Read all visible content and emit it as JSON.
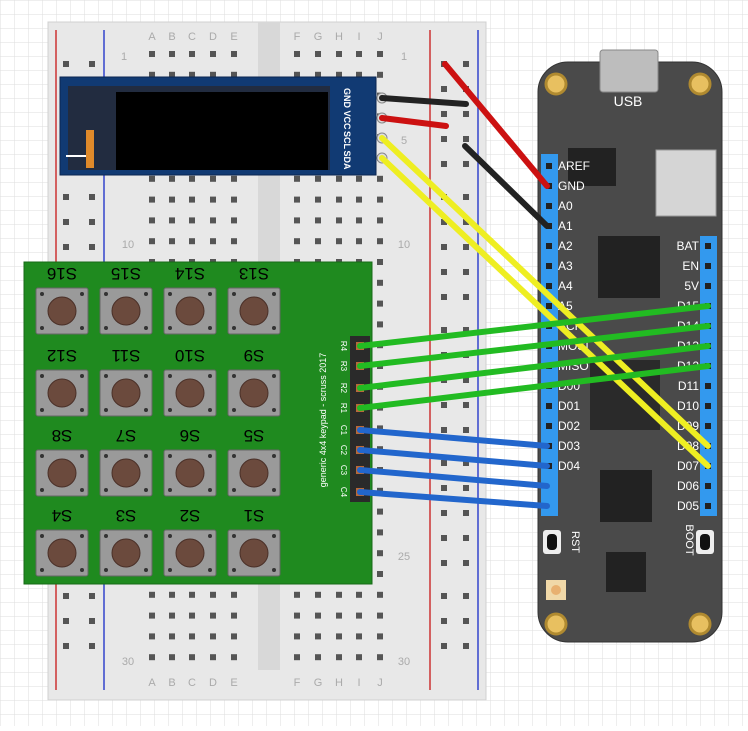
{
  "breadboard": {
    "col_letters": [
      "A",
      "B",
      "C",
      "D",
      "E",
      "F",
      "G",
      "H",
      "I",
      "J"
    ],
    "row_labels": {
      "r1": "1",
      "r5": "5",
      "r10": "10",
      "r25": "25",
      "r30": "30"
    }
  },
  "oled": {
    "pin_labels": [
      "GND",
      "VCC",
      "SCL",
      "SDA"
    ]
  },
  "keypad": {
    "switch_labels": [
      [
        "S16",
        "S15",
        "S14",
        "S13"
      ],
      [
        "S12",
        "S11",
        "S10",
        "S9"
      ],
      [
        "S8",
        "S7",
        "S6",
        "S5"
      ],
      [
        "S4",
        "S3",
        "S2",
        "S1"
      ]
    ],
    "header_labels": [
      "R4",
      "R3",
      "R2",
      "R1",
      "C1",
      "C2",
      "C3",
      "C4"
    ],
    "credit": "generic 4x4 keypad - scruss 2017"
  },
  "mcu": {
    "usb_label": "USB",
    "left_pins": [
      "AREF",
      "GND",
      "A0",
      "A1",
      "A2",
      "A3",
      "A4",
      "A5",
      "SCK",
      "MOSI",
      "MISO",
      "D00",
      "D01",
      "D02",
      "D03",
      "D04"
    ],
    "right_pins": [
      "BAT",
      "EN",
      "5V",
      "D15",
      "D14",
      "D13",
      "D12",
      "D11",
      "D10",
      "D09",
      "D08",
      "D07",
      "D06",
      "D05"
    ],
    "rst_label": "RST",
    "boot_label": "BOOT"
  },
  "wires": {
    "red": "#cc1111",
    "black": "#222222",
    "yellow": "#eeee22",
    "green": "#22bb22",
    "blue": "#2266cc"
  }
}
